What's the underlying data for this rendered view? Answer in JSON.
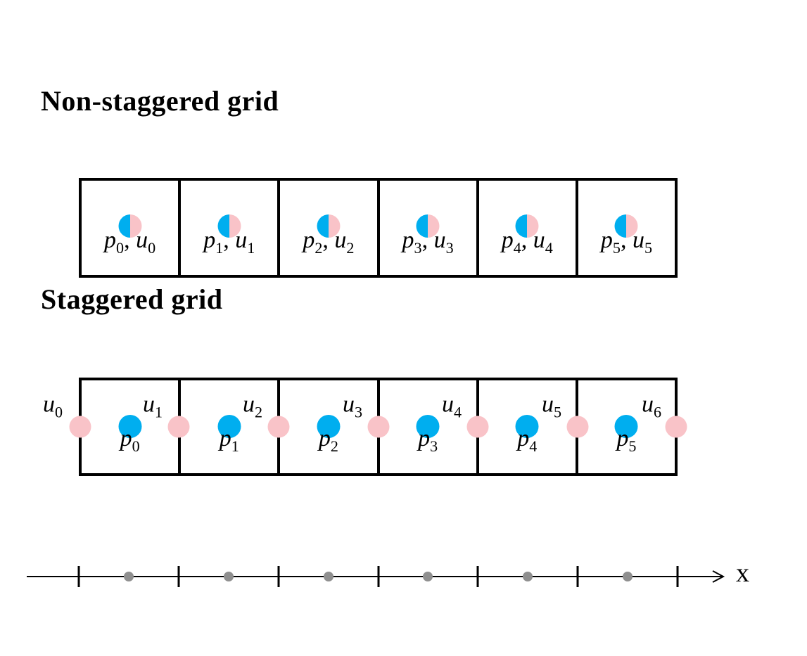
{
  "diagram": {
    "top": {
      "title": "Non-staggered grid",
      "separator": ", ",
      "cells": [
        {
          "p": "p",
          "p_sub": "0",
          "u": "u",
          "u_sub": "0"
        },
        {
          "p": "p",
          "p_sub": "1",
          "u": "u",
          "u_sub": "1"
        },
        {
          "p": "p",
          "p_sub": "2",
          "u": "u",
          "u_sub": "2"
        },
        {
          "p": "p",
          "p_sub": "3",
          "u": "u",
          "u_sub": "3"
        },
        {
          "p": "p",
          "p_sub": "4",
          "u": "u",
          "u_sub": "4"
        },
        {
          "p": "p",
          "p_sub": "5",
          "u": "u",
          "u_sub": "5"
        }
      ]
    },
    "bottom": {
      "title": "Staggered grid",
      "u_labels": [
        {
          "var": "u",
          "sub": "0"
        },
        {
          "var": "u",
          "sub": "1"
        },
        {
          "var": "u",
          "sub": "2"
        },
        {
          "var": "u",
          "sub": "3"
        },
        {
          "var": "u",
          "sub": "4"
        },
        {
          "var": "u",
          "sub": "5"
        },
        {
          "var": "u",
          "sub": "6"
        }
      ],
      "p_labels": [
        {
          "var": "p",
          "sub": "0"
        },
        {
          "var": "p",
          "sub": "1"
        },
        {
          "var": "p",
          "sub": "2"
        },
        {
          "var": "p",
          "sub": "3"
        },
        {
          "var": "p",
          "sub": "4"
        },
        {
          "var": "p",
          "sub": "5"
        }
      ]
    },
    "axis": {
      "label": "x"
    }
  },
  "colors": {
    "pressure_blue": "#00AEEF",
    "velocity_pink": "#F9C3C8",
    "axis_dot_gray": "#8F8F8F",
    "ink": "#000000"
  }
}
